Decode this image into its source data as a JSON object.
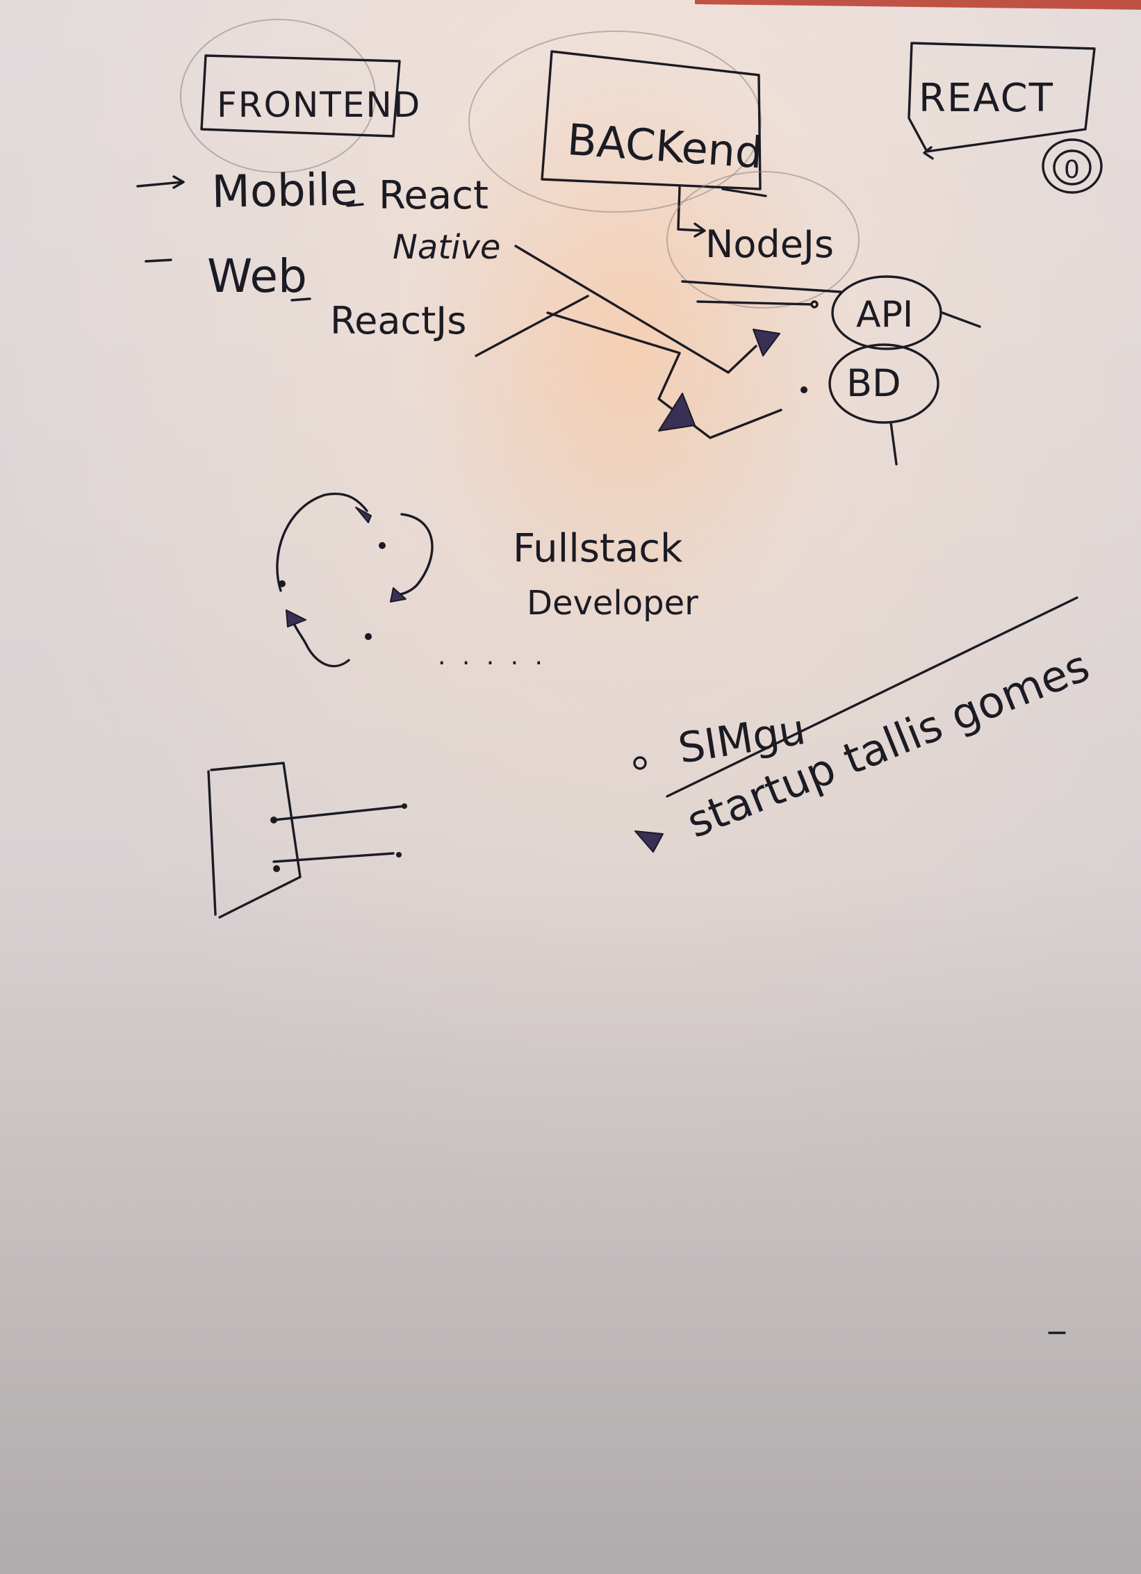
{
  "notes": {
    "frontend_title": "FRONTEND",
    "mobile_label": "Mobile",
    "mobile_tech_line1": "React",
    "mobile_tech_line2": "Native",
    "web_label": "Web",
    "web_tech": "ReactJs",
    "backend_title": "BACKend",
    "nodejs_label": "NodeJs",
    "api_label": "API",
    "bd_label": "BD",
    "react_title": "REACT",
    "react_badge": "0",
    "fullstack_line1": "Fullstack",
    "fullstack_line2": "Developer",
    "ellipsis": ". . . . .",
    "crossed_word": "SIMgu",
    "startup_text": "startup tallis gomes"
  },
  "colors": {
    "ink": "#1b1b24",
    "arrow_fill": "#3a2f55",
    "paper_light": "#f2e6df",
    "paper_warm": "#f6dcc6",
    "paper_shadow": "#b9b2b4"
  }
}
